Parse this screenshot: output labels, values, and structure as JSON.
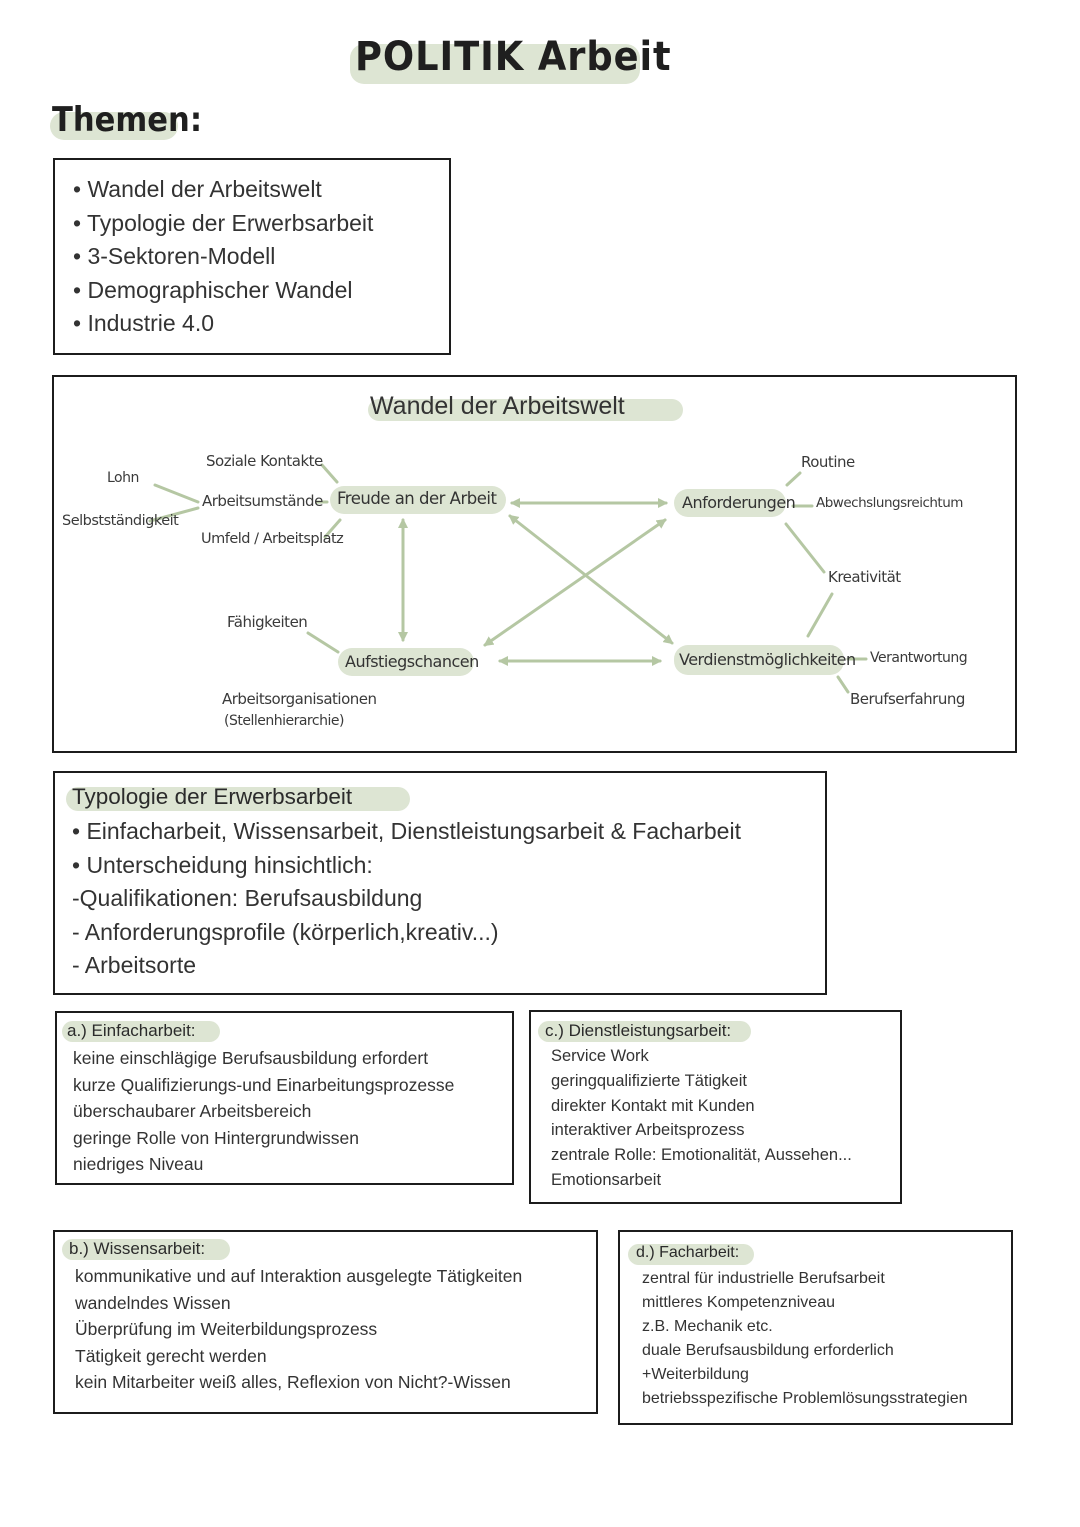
{
  "title": "POLITIK Arbeit",
  "themen_heading": "Themen:",
  "topics": [
    "Wandel der Arbeitswelt",
    "Typologie der Erwerbsarbeit",
    "3-Sektoren-Modell",
    "Demographischer Wandel",
    "Industrie 4.0"
  ],
  "mindmap": {
    "title": "Wandel der Arbeitswelt",
    "nodes": {
      "freude": "Freude an der Arbeit",
      "anforderungen": "Anforderungen",
      "aufstiegschancen": "Aufstiegschancen",
      "verdienst": "Verdienstmöglichkeiten"
    },
    "leaves": {
      "lohn": "Lohn",
      "selbst": "Selbstständigkeit",
      "soziale": "Soziale Kontakte",
      "umstaende": "Arbeitsumstände",
      "umfeld": "Umfeld / Arbeitsplatz",
      "routine": "Routine",
      "abwechslung": "Abwechslungsreichtum",
      "kreativ": "Kreativität",
      "faehig": "Fähigkeiten",
      "orga": "Arbeitsorganisationen",
      "hier": "(Stellenhierarchie)",
      "verant": "Verantwortung",
      "beruf": "Berufserfahrung"
    }
  },
  "typologie": {
    "heading": "Typologie der Erwerbsarbeit",
    "lines": [
      "• Einfacharbeit, Wissensarbeit, Dienstleistungsarbeit & Facharbeit",
      "• Unterscheidung hinsichtlich:",
      "-Qualifikationen: Berufsausbildung",
      "- Anforderungsprofile (körperlich,kreativ...)",
      "- Arbeitsorte"
    ]
  },
  "einfach": {
    "heading": "a.) Einfacharbeit:",
    "lines": [
      "keine einschlägige Berufsausbildung erfordert",
      "kurze Qualifizierungs-und Einarbeitungsprozesse",
      "überschaubarer Arbeitsbereich",
      "geringe Rolle von Hintergrundwissen",
      "niedriges Niveau"
    ]
  },
  "dienst": {
    "heading": "c.) Dienstleistungsarbeit:",
    "lines": [
      "Service Work",
      "geringqualifizierte Tätigkeit",
      "direkter Kontakt mit Kunden",
      "interaktiver Arbeitsprozess",
      "zentrale Rolle: Emotionalität, Aussehen...",
      "Emotionsarbeit"
    ]
  },
  "wissen": {
    "heading": "b.) Wissensarbeit:",
    "lines": [
      "kommunikative und auf Interaktion ausgelegte Tätigkeiten",
      "wandelndes Wissen",
      "Überprüfung im Weiterbildungsprozess",
      "Tätigkeit gerecht werden",
      "kein Mitarbeiter weiß alles, Reflexion von Nicht?-Wissen"
    ]
  },
  "fach": {
    "heading": "d.) Facharbeit:",
    "lines": [
      "zentral für industrielle Berufsarbeit",
      "mittleres Kompetenzniveau",
      "z.B. Mechanik etc.",
      "duale Berufsausbildung erforderlich",
      "+Weiterbildung",
      "betriebsspezifische Problemlösungsstrategien"
    ]
  },
  "colors": {
    "highlight": "#dde5d3",
    "line": "#b5c7a3",
    "border": "#1c1c1c"
  }
}
